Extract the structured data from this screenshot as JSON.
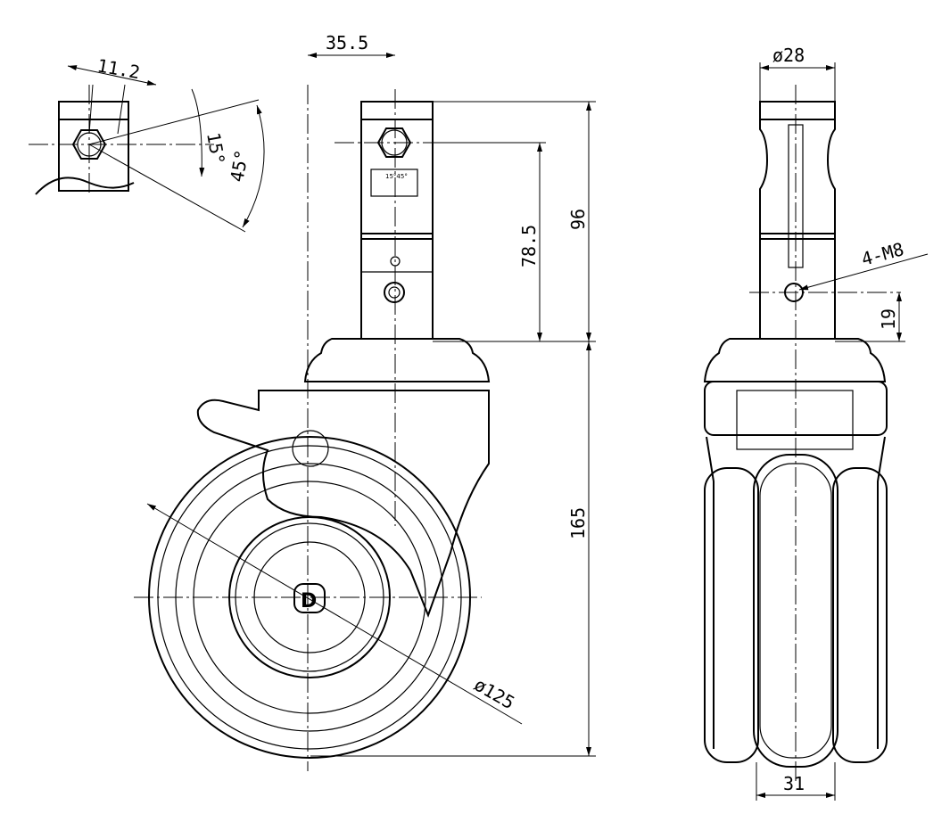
{
  "drawing": {
    "title": "Swivel caster technical drawing",
    "detail_view": {
      "hex_width": "11.2",
      "angle_small": "15°",
      "angle_large": "45°"
    },
    "front_view": {
      "stem_offset": "35.5",
      "stem_height": "96",
      "hole_height": "78.5",
      "body_height": "165",
      "wheel_diameter": "ø125",
      "label_text": "15°45°",
      "logo_letter": "D"
    },
    "side_view": {
      "stem_diameter": "ø28",
      "screw_spec": "4-M8",
      "screw_height": "19",
      "wheel_width": "31"
    }
  }
}
